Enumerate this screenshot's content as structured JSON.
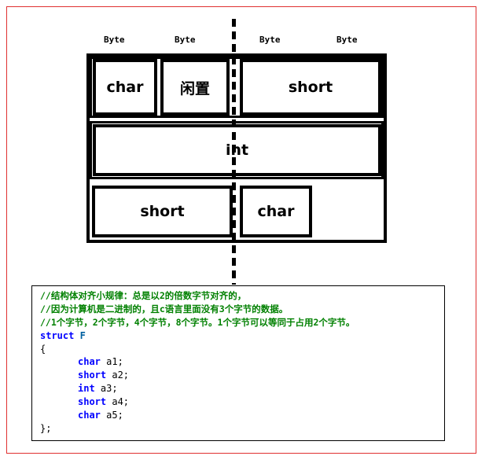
{
  "byte_labels": [
    "Byte",
    "Byte",
    "Byte",
    "Byte"
  ],
  "diagram": {
    "row1": {
      "char": "char",
      "padding": "闲置",
      "short": "short"
    },
    "row2": {
      "int": "int"
    },
    "row3": {
      "short": "short",
      "char": "char"
    }
  },
  "code": {
    "comments": [
      "//结构体对齐小规律：总是以2的倍数字节对齐的，",
      "//因为计算机是二进制的，且c语言里面没有3个字节的数据。",
      "//1个字节，2个字节，4个字节，8个字节。1个字节可以等同于占用2个字节。"
    ],
    "struct_keyword": "struct",
    "struct_name": "F",
    "open_brace": "{",
    "members": [
      {
        "type": "char",
        "name": "a1;"
      },
      {
        "type": "short",
        "name": "a2;"
      },
      {
        "type": "int",
        "name": "a3;"
      },
      {
        "type": "short",
        "name": "a4;"
      },
      {
        "type": "char",
        "name": "a5;"
      }
    ],
    "close_brace": "};"
  },
  "colors": {
    "frame_border": "#e03030",
    "comment": "#008000",
    "keyword": "#0000ff"
  }
}
